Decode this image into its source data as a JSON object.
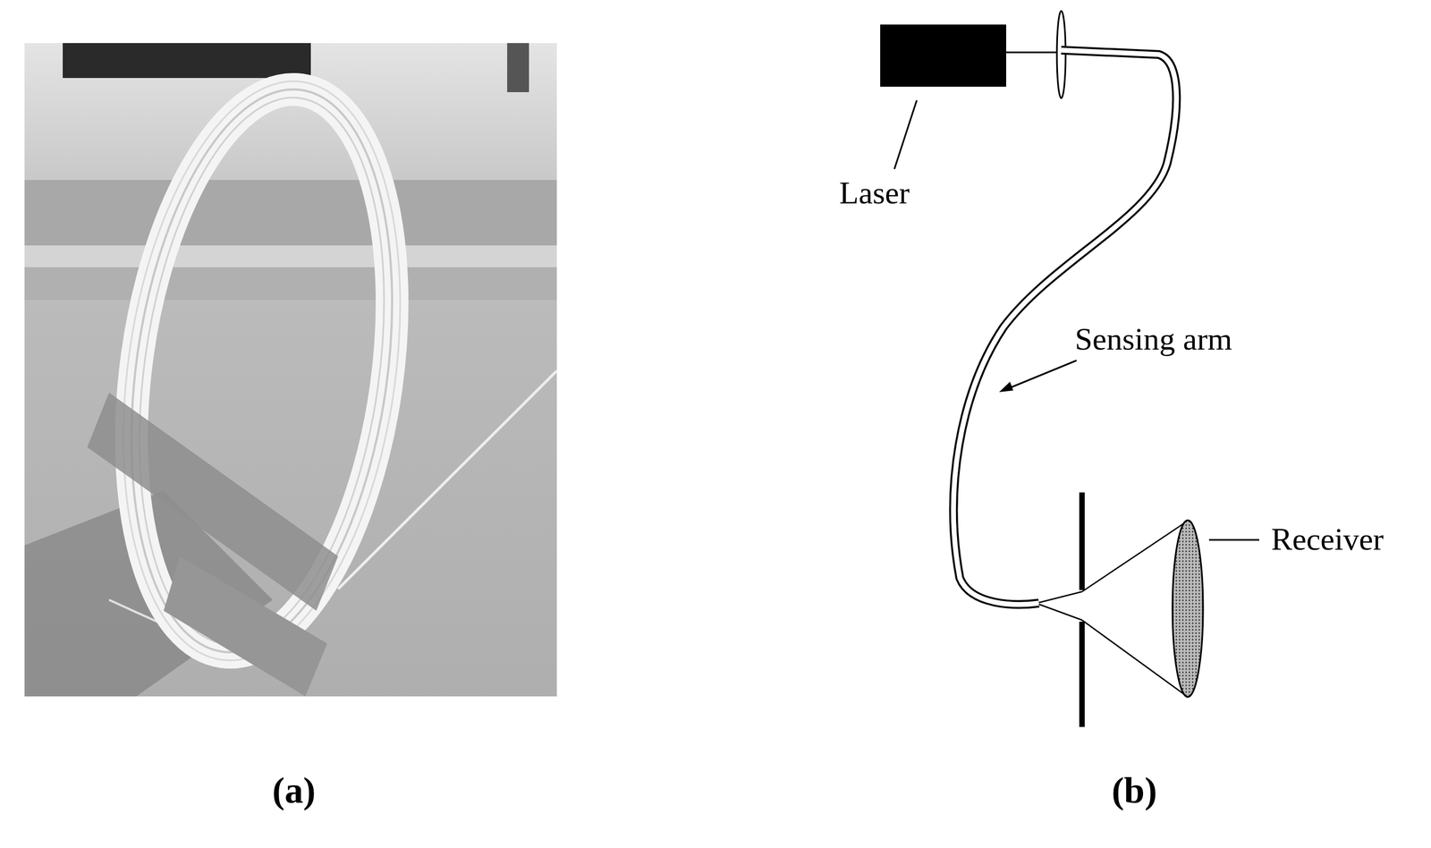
{
  "diagram": {
    "labels": [
      "Laser",
      "Sensing arm",
      "Receiver",
      "(a)",
      "(b)"
    ]
  }
}
